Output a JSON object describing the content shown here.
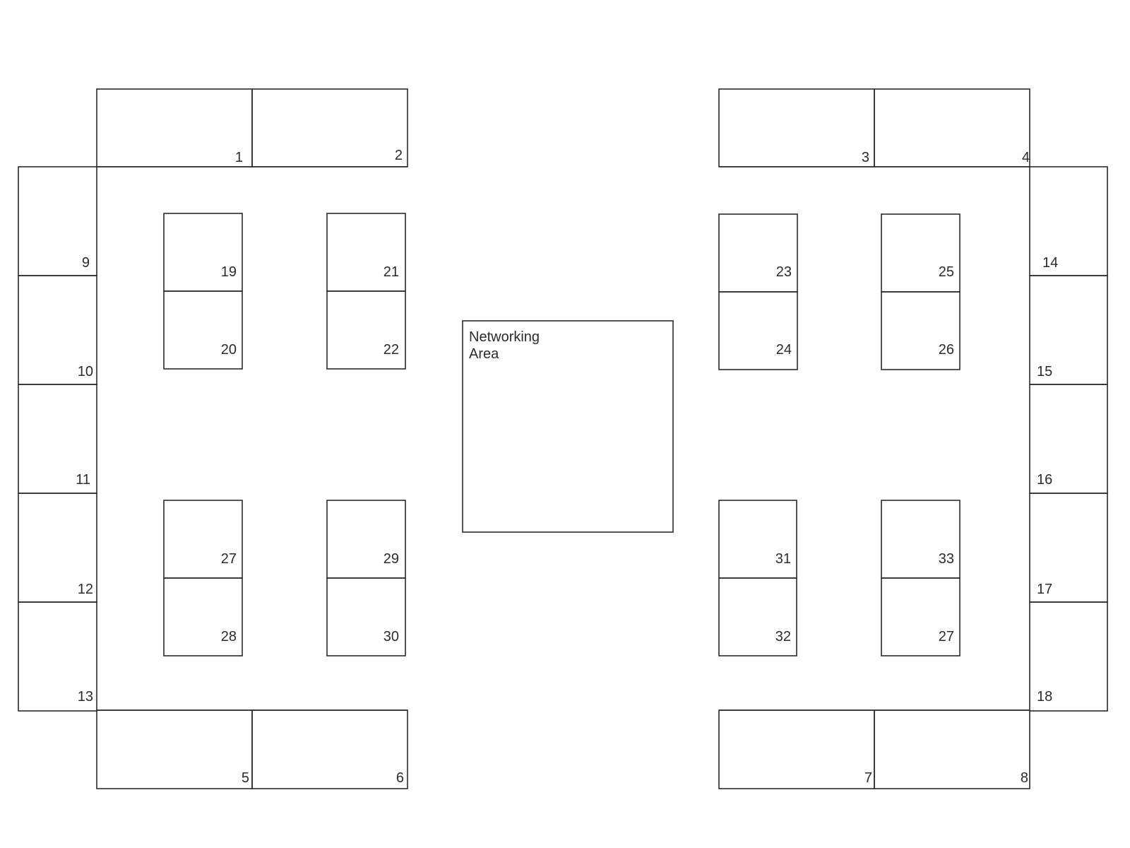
{
  "floor_plan": {
    "networking_area": {
      "line1": "Networking",
      "line2": "Area"
    },
    "booths": {
      "b1": "1",
      "b2": "2",
      "b3": "3",
      "b4": "4",
      "b5": "5",
      "b6": "6",
      "b7": "7",
      "b8": "8",
      "b9": "9",
      "b10": "10",
      "b11": "11",
      "b12": "12",
      "b13": "13",
      "b14": "14",
      "b15": "15",
      "b16": "16",
      "b17": "17",
      "b18": "18",
      "b19": "19",
      "b20": "20",
      "b21": "21",
      "b22": "22",
      "b23": "23",
      "b24": "24",
      "b25": "25",
      "b26": "26",
      "b27": "27",
      "b28": "28",
      "b29": "29",
      "b30": "30",
      "b31": "31",
      "b32": "32",
      "b33": "33",
      "b34": "27"
    },
    "line_color": "#2b2b2b",
    "background_color": "#ffffff"
  }
}
